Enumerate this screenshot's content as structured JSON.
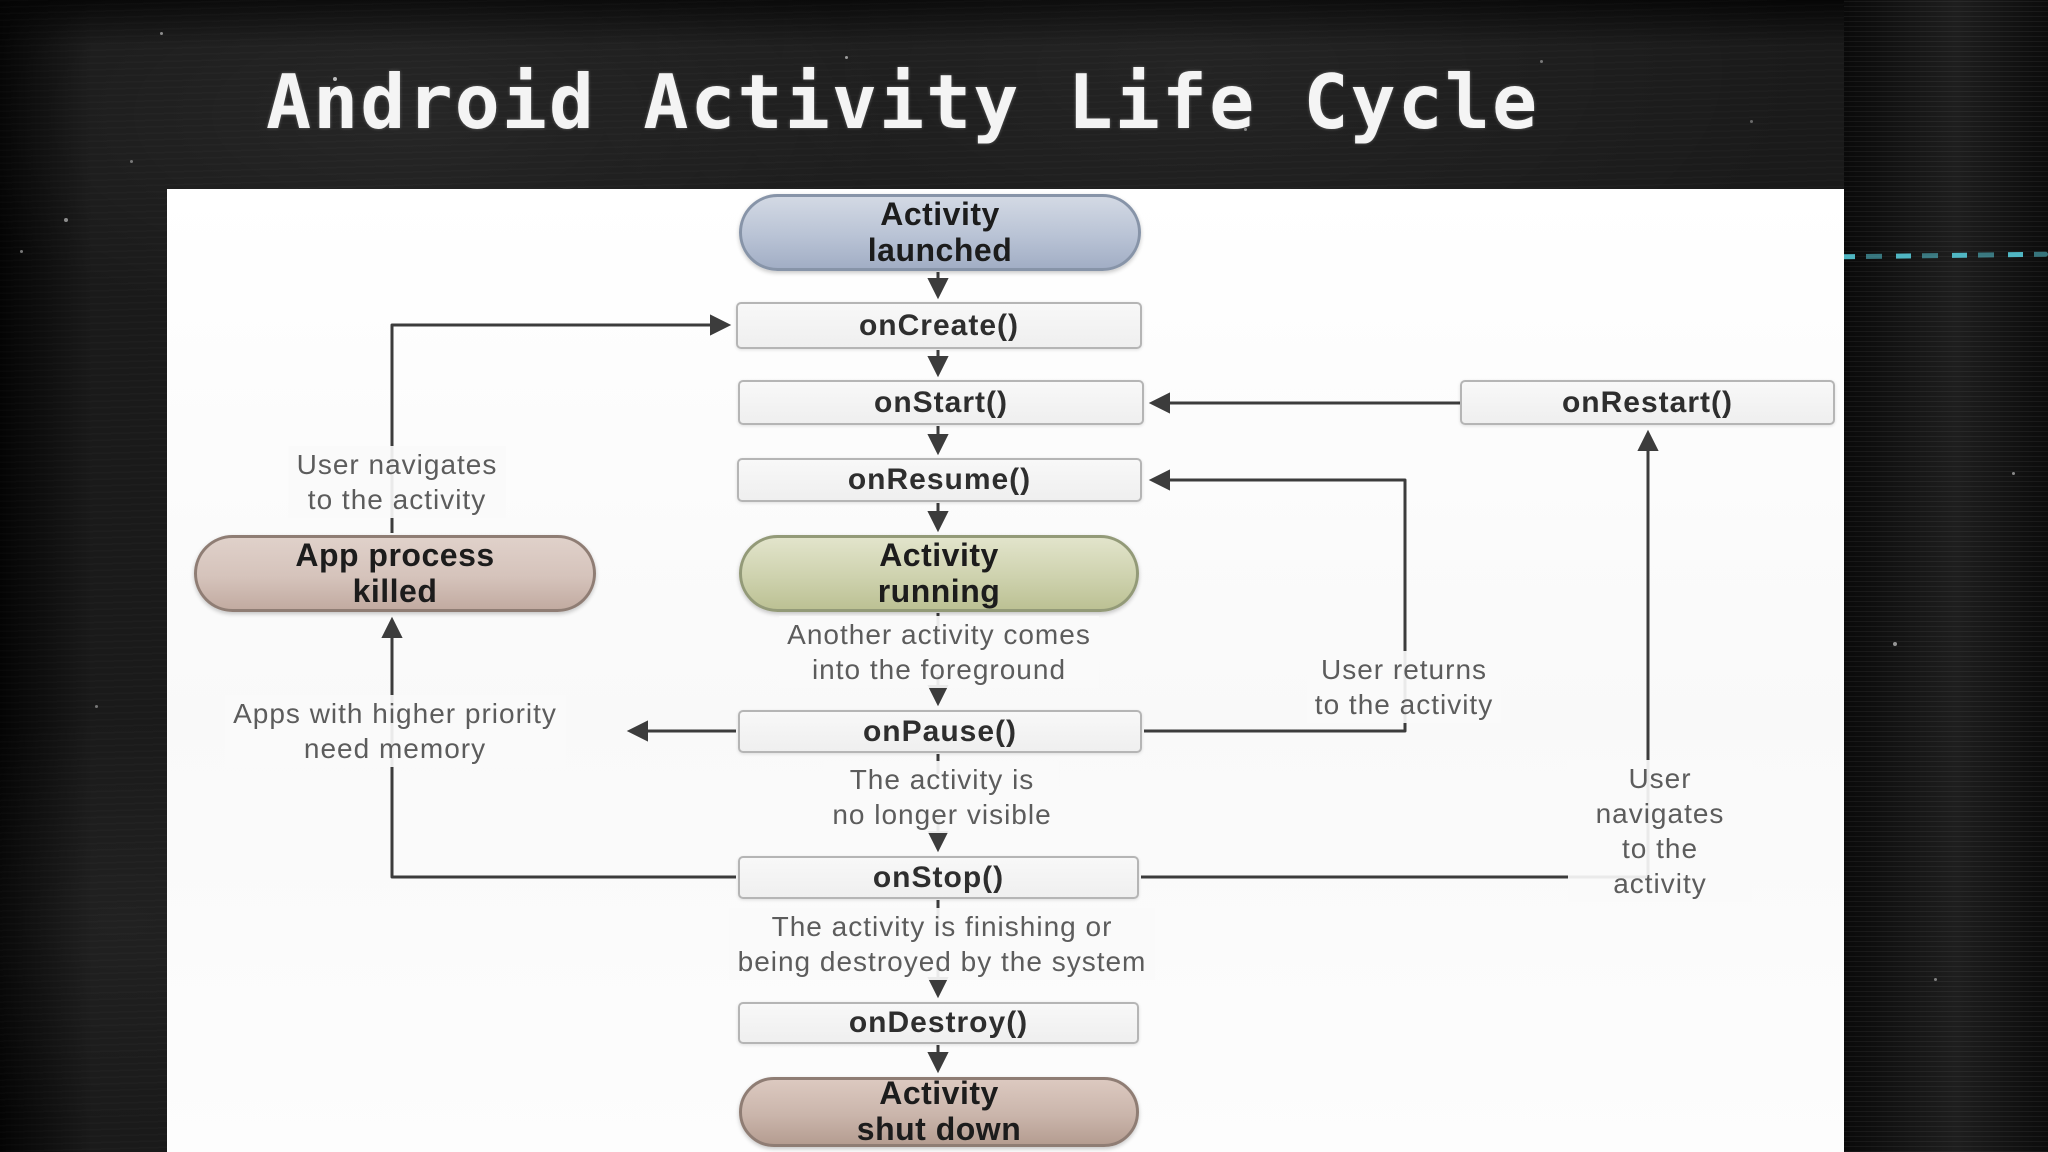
{
  "slide": {
    "title": "Android Activity Life Cycle",
    "accent_scribble_color": "#56c8d6",
    "board_color": "#1a1a1a"
  },
  "diagram": {
    "nodes": {
      "activity_launched": {
        "label": "Activity\nlaunched",
        "fill": "#b9c3d5",
        "border": "#8794a8"
      },
      "on_create": {
        "label": "onCreate()"
      },
      "on_start": {
        "label": "onStart()"
      },
      "on_restart": {
        "label": "onRestart()"
      },
      "on_resume": {
        "label": "onResume()"
      },
      "activity_running": {
        "label": "Activity\nrunning",
        "fill": "#ced2ae",
        "border": "#939a78"
      },
      "on_pause": {
        "label": "onPause()"
      },
      "on_stop": {
        "label": "onStop()"
      },
      "on_destroy": {
        "label": "onDestroy()"
      },
      "activity_shut_down": {
        "label": "Activity\nshut down",
        "fill": "#cab5ab",
        "border": "#8f7d74"
      },
      "app_process_killed": {
        "label": "App process\nkilled",
        "fill": "#d5c3bb",
        "border": "#8f7d74"
      }
    },
    "edge_labels": {
      "user_navigates_left": "User navigates\nto the activity",
      "apps_priority": "Apps with higher priority\nneed memory",
      "another_activity": "Another activity comes\ninto the foreground",
      "no_longer_visible": "The activity is\nno longer visible",
      "finishing": "The activity is finishing or\nbeing destroyed by the system",
      "user_returns": "User returns\nto the activity",
      "user_navigates_right": "User navigates\nto the activity"
    },
    "style": {
      "box_fill": "#f5f5f5",
      "box_border": "#b5b5b5",
      "box_text": "#2e2e2e",
      "line_color": "#3c3c3c",
      "label_text_color": "#5c5c5c",
      "panel_background": "#fbfbfb"
    }
  }
}
